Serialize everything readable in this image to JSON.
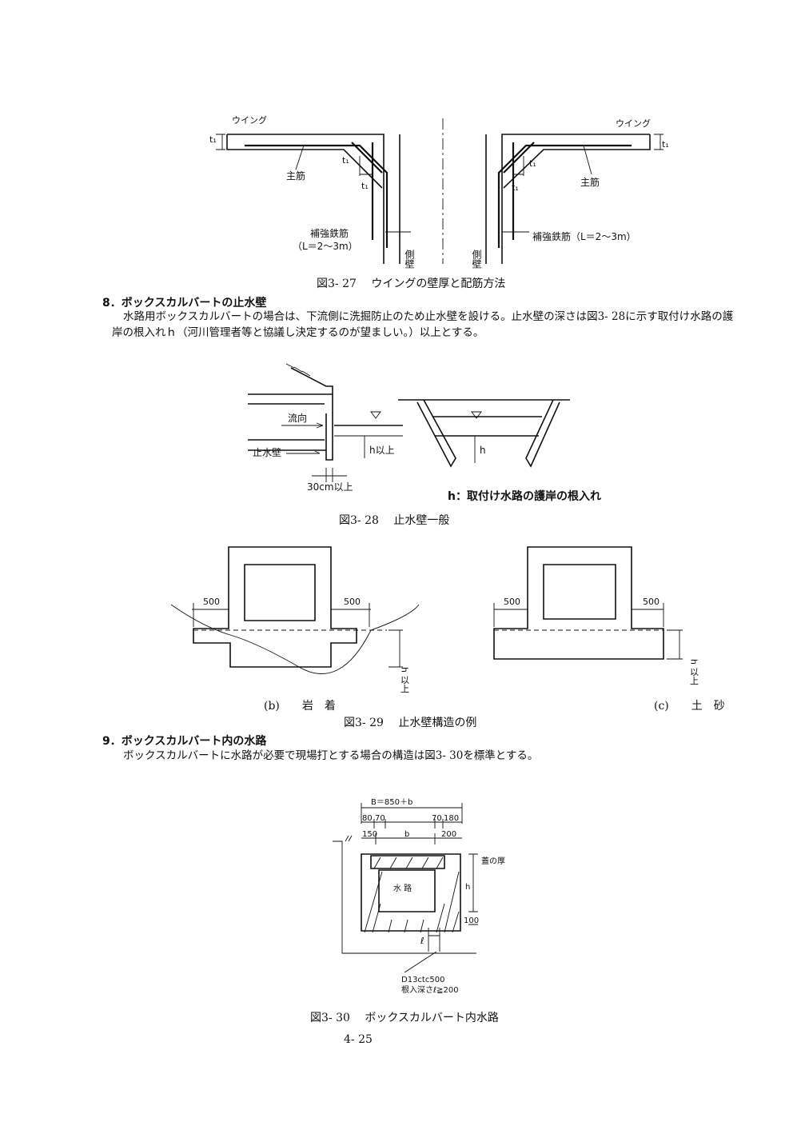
{
  "fig27": {
    "caption": "図3- 27　 ウイングの壁厚と配筋方法",
    "wing_left": "ウイング",
    "wing_right": "ウイング",
    "t1": "t₁",
    "main_bar": "主筋",
    "reinf_left_1": "補強鉄筋",
    "reinf_left_2": "（L＝2～3m）",
    "reinf_right": "補強鉄筋（L＝2～3m）",
    "side_wall": "側壁"
  },
  "section8": {
    "heading": "8．ボックスカルバートの止水壁",
    "text": "水路用ボックスカルバートの場合は、下流側に洗掘防止のため止水壁を設ける。止水壁の深さは図3- 28に示す取付け水路の護岸の根入れｈ（河川管理者等と協議し決定するのが望ましい。）以上とする。"
  },
  "fig28": {
    "caption": "図3- 28　 止水壁一般",
    "flow": "流向",
    "cutoff": "止水壁",
    "h_above": "h以上",
    "cm30": "30cm以上",
    "h": "h",
    "note": "h：取付け水路の護岸の根入れ"
  },
  "fig29": {
    "caption": "図3- 29　 止水壁構造の例",
    "dim500": "500",
    "h_above": "h 以上",
    "label_b": "(b)　　岩　着",
    "label_c": "(c)　　土　砂"
  },
  "section9": {
    "heading": "9．ボックスカルバート内の水路",
    "text": "ボックスカルバートに水路が必要で現場打とする場合の構造は図3- 30を標準とする。"
  },
  "fig30": {
    "caption": "図3- 30　 ボックスカルバート内水路",
    "B": "B＝850＋b",
    "d80": "80",
    "d70a": "70",
    "d70b": "70",
    "d180": "180",
    "d150": "150",
    "b": "b",
    "d200": "200",
    "lid": "蓋の厚",
    "channel": "水 路",
    "h": "h",
    "d100": "100",
    "ell": "ℓ",
    "rebar1": "D13ctc500",
    "rebar2": "根入深さℓ≧200"
  },
  "page_number": "4- 25"
}
